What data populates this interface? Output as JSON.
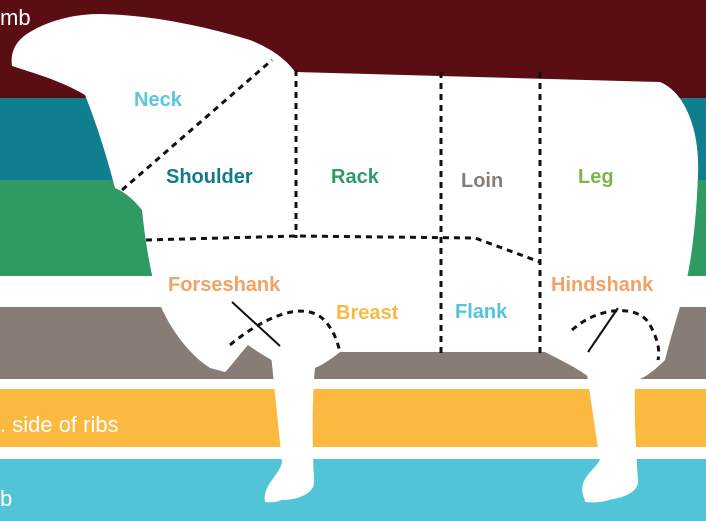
{
  "bands": [
    {
      "id": "maroon",
      "color": "#5a0d12",
      "text": "mb"
    },
    {
      "id": "teal",
      "color": "#0f7e8f",
      "text": ""
    },
    {
      "id": "green",
      "color": "#2f9a64",
      "text": ""
    },
    {
      "id": "gray",
      "color": "#877d76",
      "text": ""
    },
    {
      "id": "yellow",
      "color": "#fbb940",
      "text": ". side of ribs"
    },
    {
      "id": "cyan",
      "color": "#52c4d8",
      "text": "b"
    }
  ],
  "cuts": {
    "neck": {
      "label": "Neck",
      "color": "#5bc6dc"
    },
    "shoulder": {
      "label": "Shoulder",
      "color": "#117b8c"
    },
    "rack": {
      "label": "Rack",
      "color": "#2e9a64"
    },
    "loin": {
      "label": "Loin",
      "color": "#877d76"
    },
    "leg": {
      "label": "Leg",
      "color": "#7ab648"
    },
    "foreshank": {
      "label": "Forseshank",
      "color": "#f2a265"
    },
    "breast": {
      "label": "Breast",
      "color": "#fbb940"
    },
    "flank": {
      "label": "Flank",
      "color": "#52c4d8"
    },
    "hindshank": {
      "label": "Hindshank",
      "color": "#f2a265"
    }
  }
}
